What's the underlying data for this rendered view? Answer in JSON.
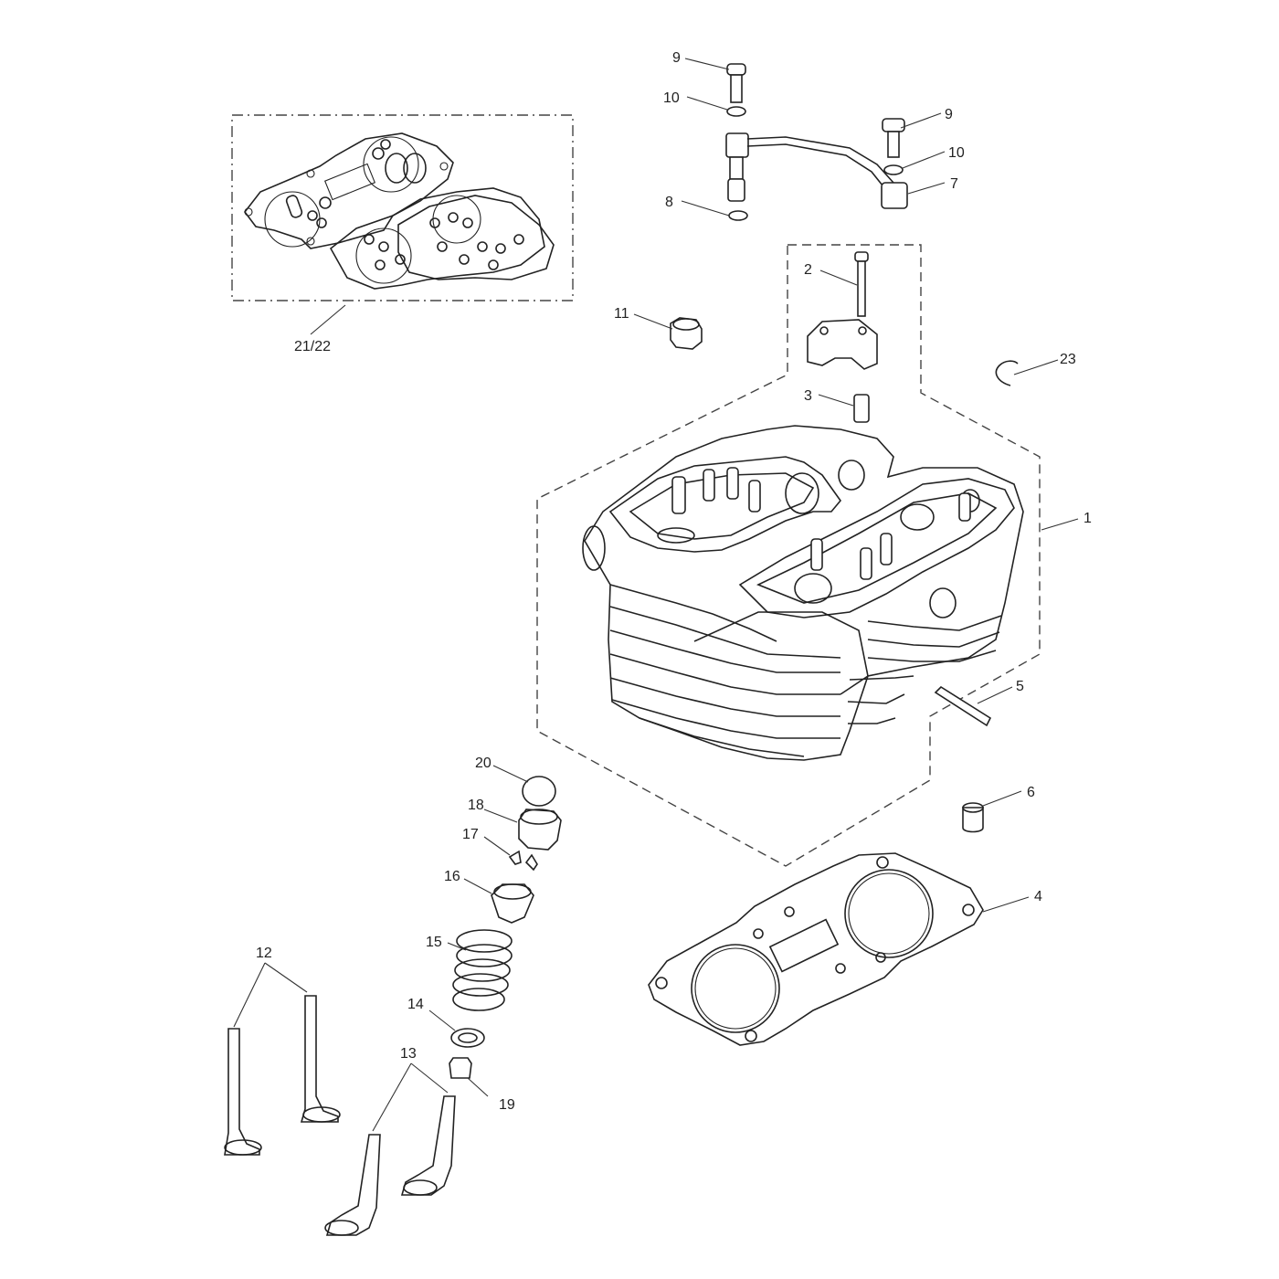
{
  "callouts": {
    "c1": "1",
    "c2": "2",
    "c3": "3",
    "c4": "4",
    "c5": "5",
    "c6": "6",
    "c7": "7",
    "c8": "8",
    "c9a": "9",
    "c9b": "9",
    "c10a": "10",
    "c10b": "10",
    "c11": "11",
    "c12": "12",
    "c13": "13",
    "c14": "14",
    "c15": "15",
    "c16": "16",
    "c17": "17",
    "c18": "18",
    "c19": "19",
    "c20": "20",
    "c2122": "21/22",
    "c23": "23"
  },
  "colors": {
    "line": "#222222",
    "background": "#ffffff"
  }
}
